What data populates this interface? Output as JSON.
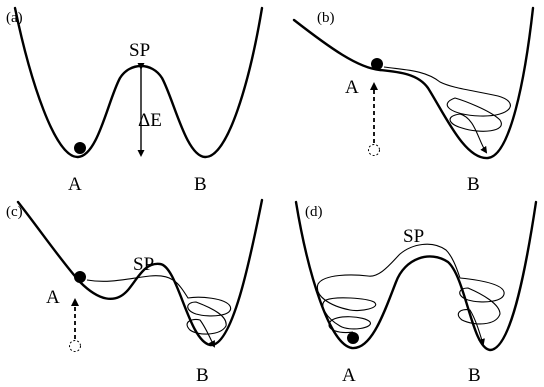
{
  "panels": [
    {
      "label": "(a)",
      "saddle": "SP",
      "barrier": "ΔE",
      "min_a": "A",
      "min_b": "B"
    },
    {
      "label": "(b)",
      "min_a": "A",
      "min_b": "B"
    },
    {
      "label": "(c)",
      "saddle": "SP",
      "min_a": "A",
      "min_b": "B"
    },
    {
      "label": "(d)",
      "saddle": "SP",
      "min_a": "A",
      "min_b": "B"
    }
  ]
}
